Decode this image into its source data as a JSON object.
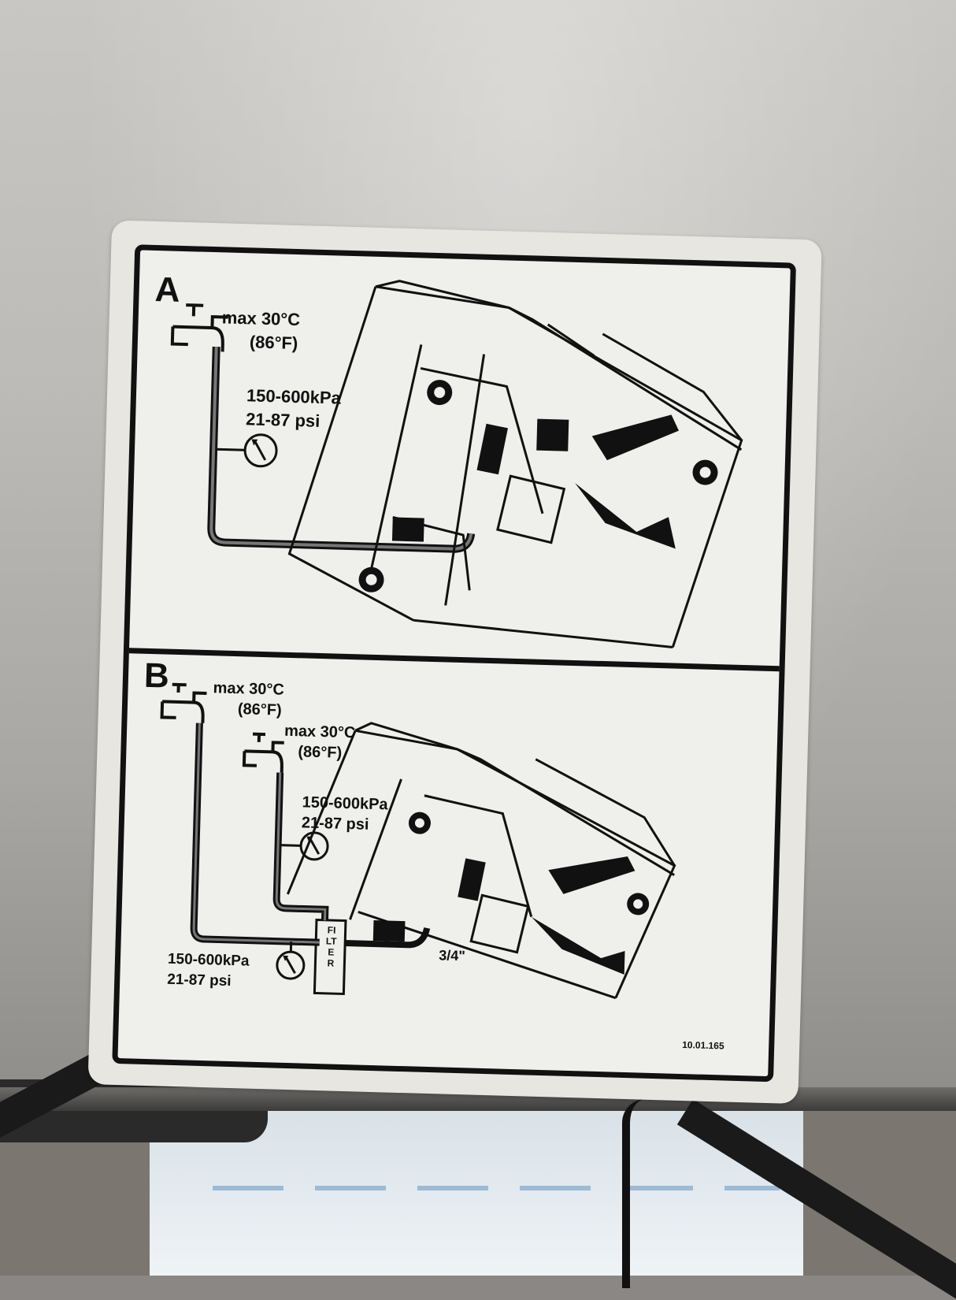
{
  "label": {
    "section_a": {
      "letter": "A",
      "temp_max": "max 30°C",
      "temp_f": "(86°F)",
      "pressure_kpa": "150-600kPa",
      "pressure_psi": "21-87 psi"
    },
    "section_b": {
      "letter": "B",
      "tap1_temp_max": "max 30°C",
      "tap1_temp_f": "(86°F)",
      "tap2_temp_max": "max 30°C",
      "tap2_temp_f": "(86°F)",
      "upper_pressure_kpa": "150-600kPa",
      "upper_pressure_psi": "21-87 psi",
      "lower_pressure_kpa": "150-600kPa",
      "lower_pressure_psi": "21-87 psi",
      "filter_label": "FILTER",
      "pipe_size": "3/4\""
    },
    "part_code": "10.01.165"
  },
  "colors": {
    "ink": "#111111",
    "label_background": "#efefec",
    "steel_panel": "#c4c2be"
  },
  "icons": [
    "water-tap-icon",
    "pressure-gauge-icon",
    "filter-icon"
  ]
}
